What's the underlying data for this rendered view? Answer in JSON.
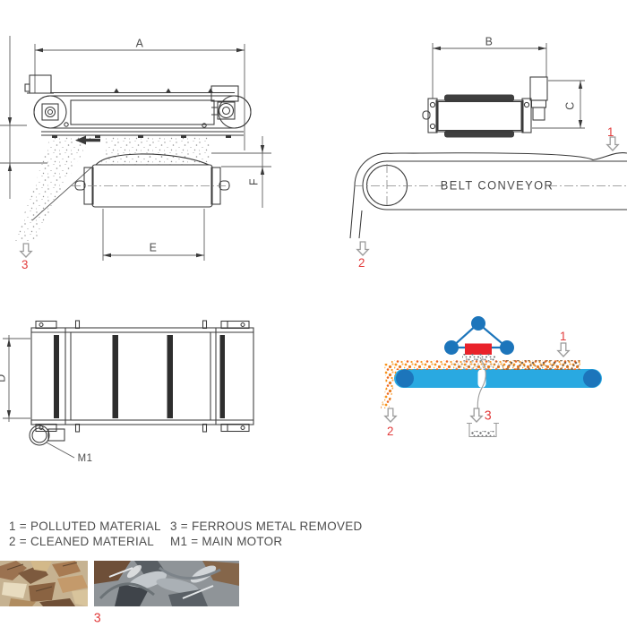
{
  "dimensions": {
    "a": "A",
    "b": "B",
    "c": "C",
    "d": "D",
    "e": "E",
    "f": "F"
  },
  "labels": {
    "belt_conveyor": "BELT CONVEYOR",
    "main_motor": "M1"
  },
  "flow": {
    "polluted": "1",
    "cleaned": "2",
    "ferrous": "3"
  },
  "legend": {
    "items": [
      {
        "key": "1",
        "text": "1 = POLLUTED MATERIAL"
      },
      {
        "key": "2",
        "text": "2 = CLEANED MATERIAL"
      },
      {
        "key": "3",
        "text": "3 = FERROUS METAL REMOVED"
      },
      {
        "key": "M1",
        "text": "M1 = MAIN MOTOR"
      }
    ]
  },
  "photos": {
    "left": "wood-chips",
    "right": "ferrous-metal-scrap",
    "caption": "3"
  },
  "colors": {
    "accent_red": "#e23b3b",
    "belt_blue": "#29a9e1",
    "pulley_blue": "#1c75bb",
    "magnet_red": "#e9222a",
    "material_orange": "#f7941d",
    "ferrous_gray": "#6d6e71",
    "line_dark": "#3a3a3a",
    "text_gray": "#4d4d4d",
    "arrow_outline": "#9b9b9b"
  }
}
